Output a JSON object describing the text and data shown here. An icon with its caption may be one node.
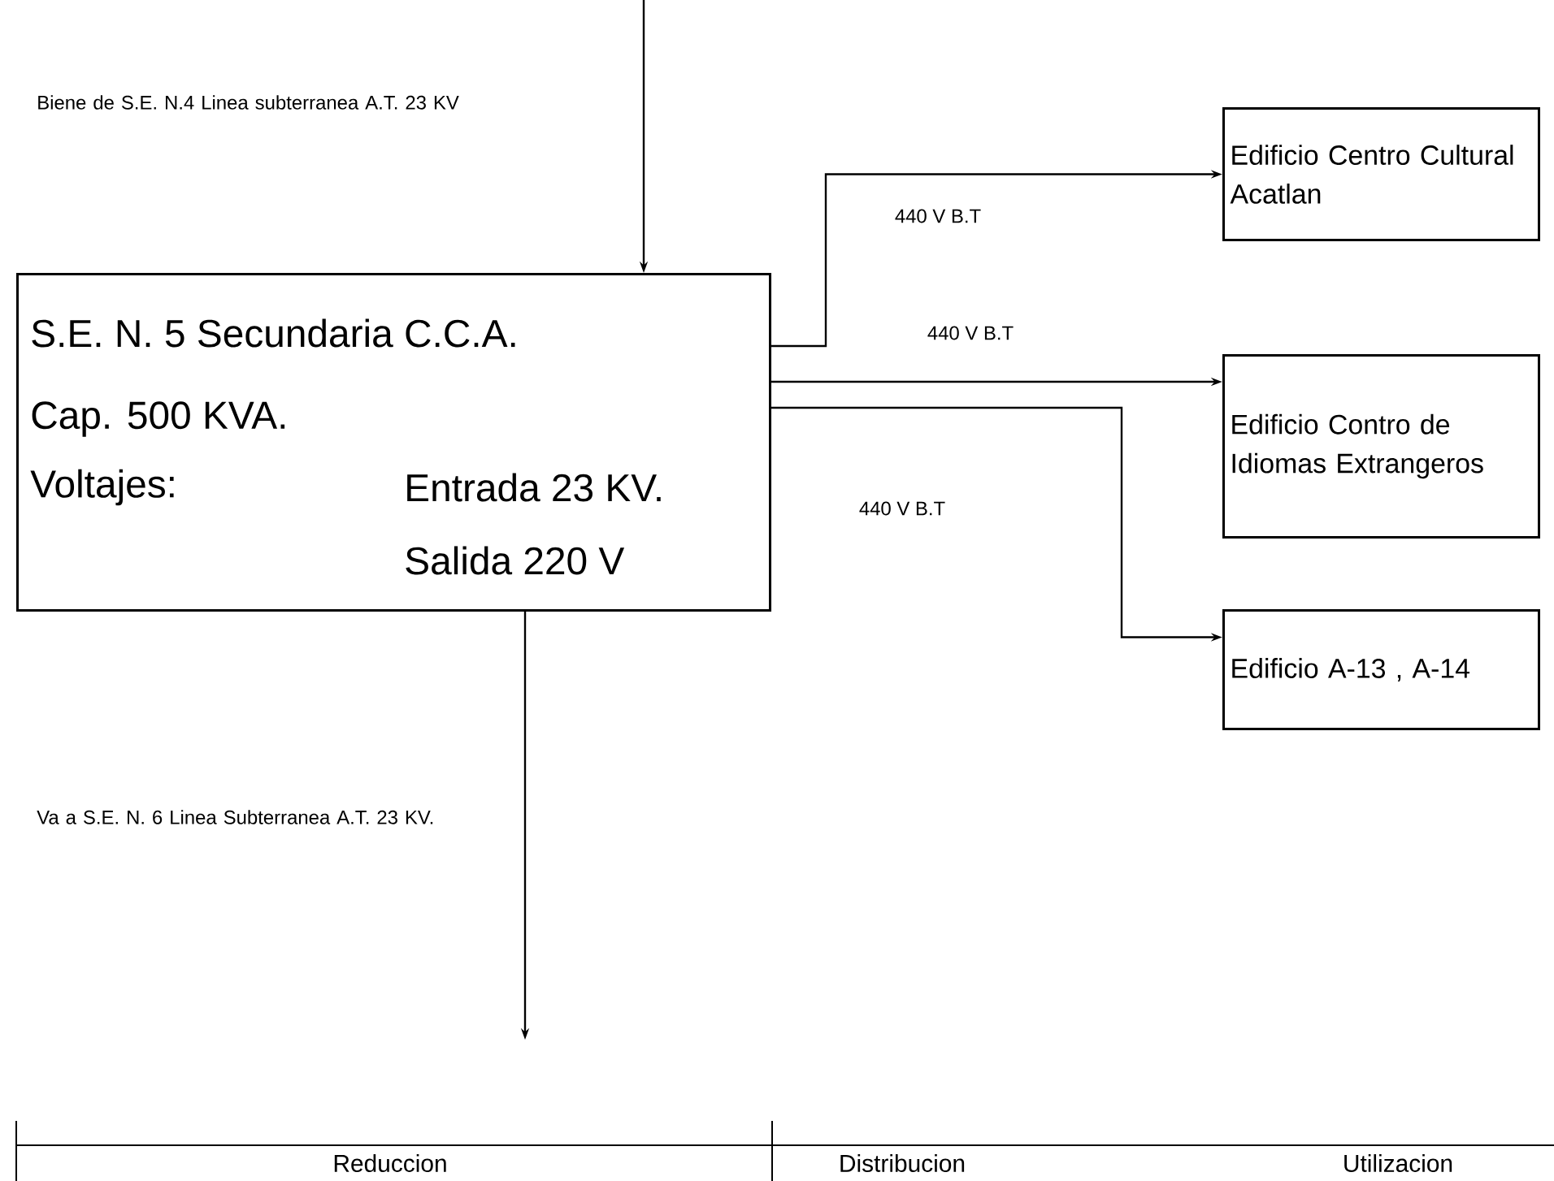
{
  "diagram": {
    "nodes": [
      {
        "text": [
          "S.E. N. 5 Secundaria C.C.A.",
          "Cap. 500 KVA.",
          "Voltajes:",
          "Entrada 23 KV.",
          "Salida 220 V"
        ]
      },
      {
        "text": [
          "Edificio Centro Cultural Acatlan"
        ]
      },
      {
        "text": [
          "Edificio Contro de Idiomas Extrangeros"
        ]
      },
      {
        "text": [
          "Edificio A-13 , A-14"
        ]
      }
    ],
    "edges": [
      {
        "from": null,
        "to": 0,
        "arrow": "to"
      },
      {
        "from": 0,
        "to": null,
        "arrow": "to"
      },
      {
        "from": 0,
        "to": 1,
        "arrow": "to",
        "label": "440 V B.T"
      },
      {
        "from": 0,
        "to": 2,
        "arrow": "to",
        "label": "440 V B.T"
      },
      {
        "from": 0,
        "to": 3,
        "arrow": "to",
        "label": "440 V B.T"
      }
    ],
    "labels": [
      "Biene de S.E. N.4 Linea subterranea A.T. 23 KV",
      "Va a S.E. N. 6 Linea Subterranea A.T. 23 KV.",
      "Reduccion",
      "Distribucion",
      "Utilizacion"
    ]
  }
}
